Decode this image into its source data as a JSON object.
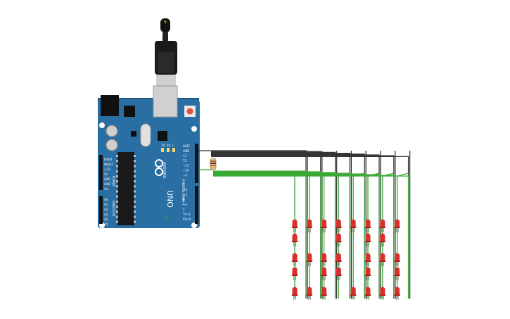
{
  "board": {
    "model": "UNO",
    "brand": "ARDUINO",
    "power_header": "POWER",
    "analog_header": "ANALOG IN",
    "digital_header": "DIGITAL (PWM~)",
    "left_pins": [
      "IOREF",
      "RESET",
      "3.3V",
      "5V",
      "GND",
      "GND",
      "Vin"
    ],
    "analog_pins": [
      "A0",
      "A1",
      "A2",
      "A3",
      "A4",
      "A5"
    ],
    "right_pins": [
      "AREF",
      "GND",
      "13",
      "12",
      "~11",
      "~10",
      "~9",
      "8",
      "7",
      "~6",
      "~5",
      "4",
      "~3",
      "2",
      "TX→1",
      "RX←0"
    ],
    "leds_small": [
      "TX",
      "RX",
      "L"
    ],
    "on_label": "ON"
  },
  "circuit": {
    "led_columns": 8,
    "led_rows": 5,
    "led_color": "#d9302c",
    "wire_colors": {
      "ground": "#333333",
      "signal": "#3aaa35"
    },
    "resistor_colors": [
      "#8b4513",
      "#111111",
      "#c0392b",
      "#d4af37"
    ]
  },
  "colors": {
    "board": "#2a6fa3",
    "board_dark": "#1d5a87"
  }
}
